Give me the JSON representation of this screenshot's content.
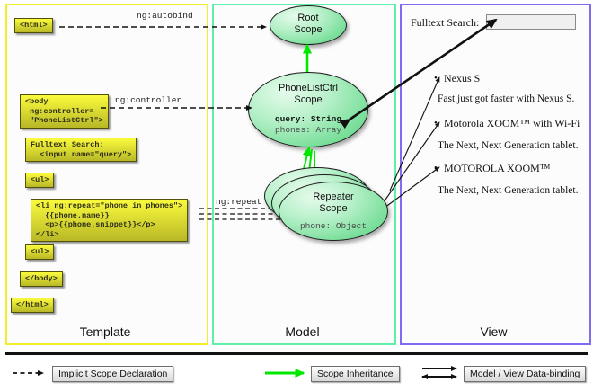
{
  "columns": [
    {
      "key": "template",
      "label": "Template",
      "color": "#f2ee29"
    },
    {
      "key": "model",
      "label": "Model",
      "color": "#5ef0a8"
    },
    {
      "key": "view",
      "label": "View",
      "color": "#7d6df0"
    }
  ],
  "template": {
    "boxes": [
      {
        "name": "html-open",
        "text": "<html>"
      },
      {
        "name": "body-open",
        "text": "<body\n ng:controller=\n \"PhoneListCtrl\">"
      },
      {
        "name": "fulltext-search",
        "text": "Fulltext Search:\n  <input name=\"query\">"
      },
      {
        "name": "ul-open",
        "text": "<ul>"
      },
      {
        "name": "li-repeat",
        "text": "<li ng:repeat=\"phone in phones\">\n  {{phone.name}}\n  <p>{{phone.snippet}}</p>\n</li>"
      },
      {
        "name": "ul-close",
        "text": "<ul>"
      },
      {
        "name": "body-close",
        "text": "</body>"
      },
      {
        "name": "html-close",
        "text": "</html>"
      }
    ]
  },
  "model": {
    "scopes": [
      {
        "name": "root-scope",
        "title": "Root\nScope",
        "fields": []
      },
      {
        "name": "phonelistctrl-scope",
        "title": "PhoneListCtrl\nScope",
        "fields": [
          {
            "text": "query: String",
            "style": "bold"
          },
          {
            "text": "phones: Array",
            "style": "gray"
          }
        ]
      },
      {
        "name": "repeater-scope",
        "title": "Repeater\nScope",
        "fields": [
          {
            "text": "phone: Object",
            "style": "gray"
          }
        ]
      }
    ]
  },
  "view": {
    "search_label": "Fulltext Search:",
    "search_value": "",
    "items": [
      {
        "name": "Nexus S",
        "snippet": "Fast just got faster with Nexus S."
      },
      {
        "name": "Motorola XOOM™  with Wi-Fi",
        "snippet": "The Next, Next Generation tablet."
      },
      {
        "name": "MOTOROLA XOOM™",
        "snippet": "The Next, Next Generation tablet."
      }
    ]
  },
  "edges": [
    {
      "name": "ng-autobind",
      "label": "ng:autobind"
    },
    {
      "name": "ng-controller",
      "label": "ng:controller"
    },
    {
      "name": "ng-repeat",
      "label": "ng:repeat"
    }
  ],
  "legend": [
    {
      "name": "implicit-scope-declaration",
      "label": "Implicit Scope Declaration",
      "style": "dashed-arrow",
      "color": "#111111"
    },
    {
      "name": "scope-inheritance",
      "label": "Scope Inheritance",
      "style": "solid-arrow",
      "color": "#00e800"
    },
    {
      "name": "model-view-data-binding",
      "label": "Model / View Data-binding",
      "style": "double-arrow",
      "color": "#111111"
    }
  ]
}
